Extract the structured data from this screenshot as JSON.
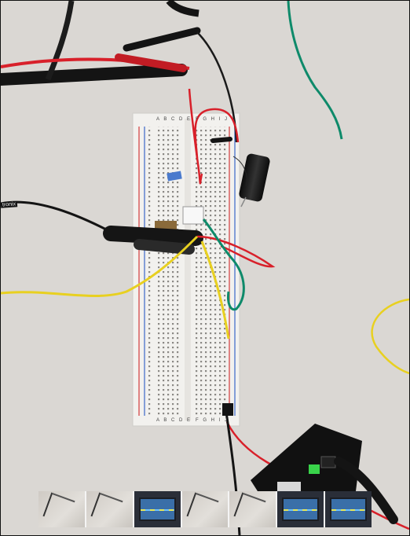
{
  "photo": {
    "breadboard": {
      "column_labels_top": "A B C D E",
      "column_labels_top_right": "F G H I J",
      "column_labels_bottom": "A B C D E",
      "column_labels_bottom_right": "F G H I J"
    },
    "probe_brand_text": "tronix",
    "colors": {
      "tabletop": "#d9d6d2",
      "breadboard": "#f2f1ee",
      "rail_red": "#d33a3a",
      "rail_blue": "#3a66c8",
      "wire_red": "#d8202a",
      "wire_yellow": "#e8d020",
      "wire_green": "#0e8a6a",
      "wire_black": "#141414"
    },
    "filmstrip": {
      "frames": [
        "photo",
        "photo",
        "scope",
        "photo",
        "photo",
        "scope",
        "scope"
      ]
    }
  }
}
